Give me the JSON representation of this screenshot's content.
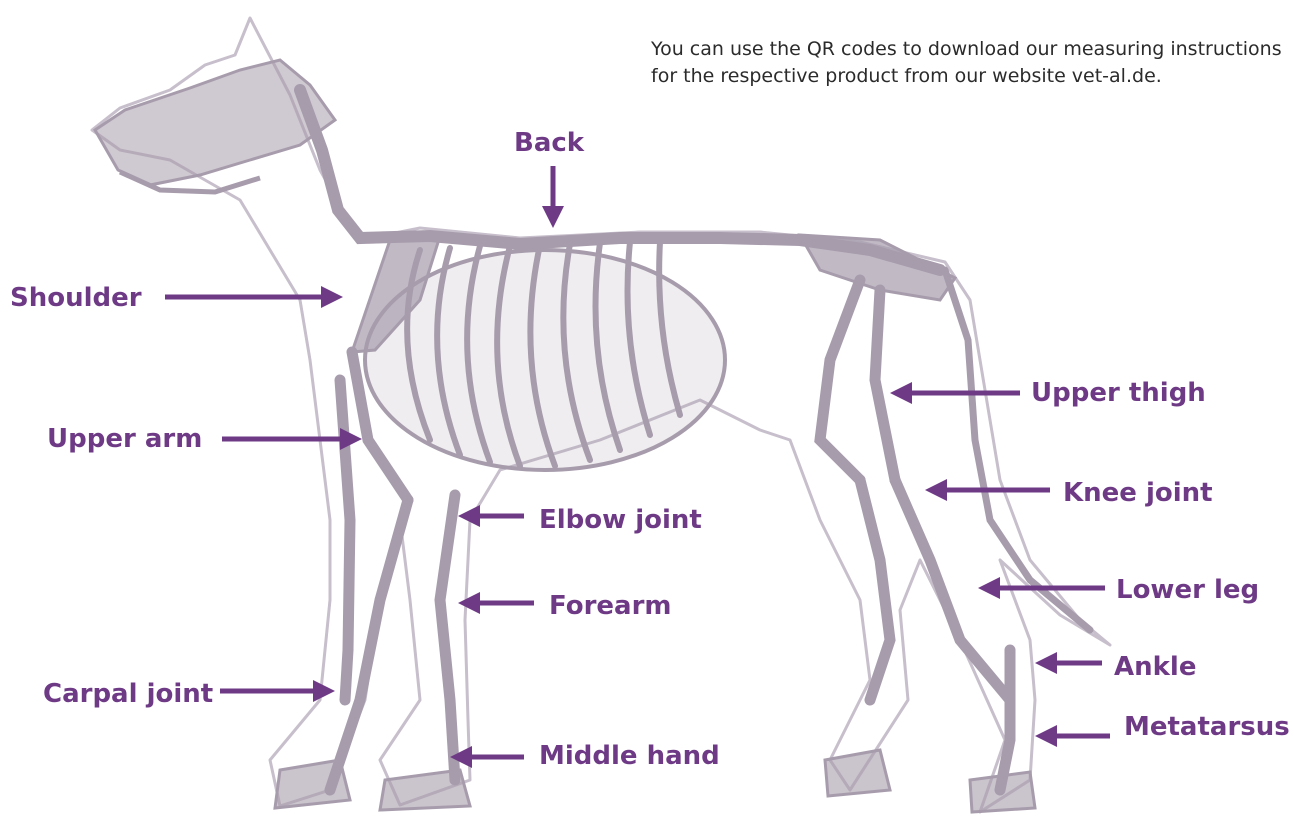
{
  "intro_text": "You can use the QR codes to download our measuring instructions for the respective product from our website vet-al.de.",
  "colors": {
    "label": "#6e3a86",
    "skeleton": "#a79cac",
    "outline": "#c7bfcb"
  },
  "labels": {
    "back": "Back",
    "shoulder": "Shoulder",
    "upper_arm": "Upper arm",
    "elbow_joint": "Elbow joint",
    "forearm": "Forearm",
    "carpal_joint": "Carpal joint",
    "middle_hand": "Middle hand",
    "upper_thigh": "Upper thigh",
    "knee_joint": "Knee joint",
    "lower_leg": "Lower leg",
    "ankle": "Ankle",
    "metatarsus": "Metatarsus"
  }
}
